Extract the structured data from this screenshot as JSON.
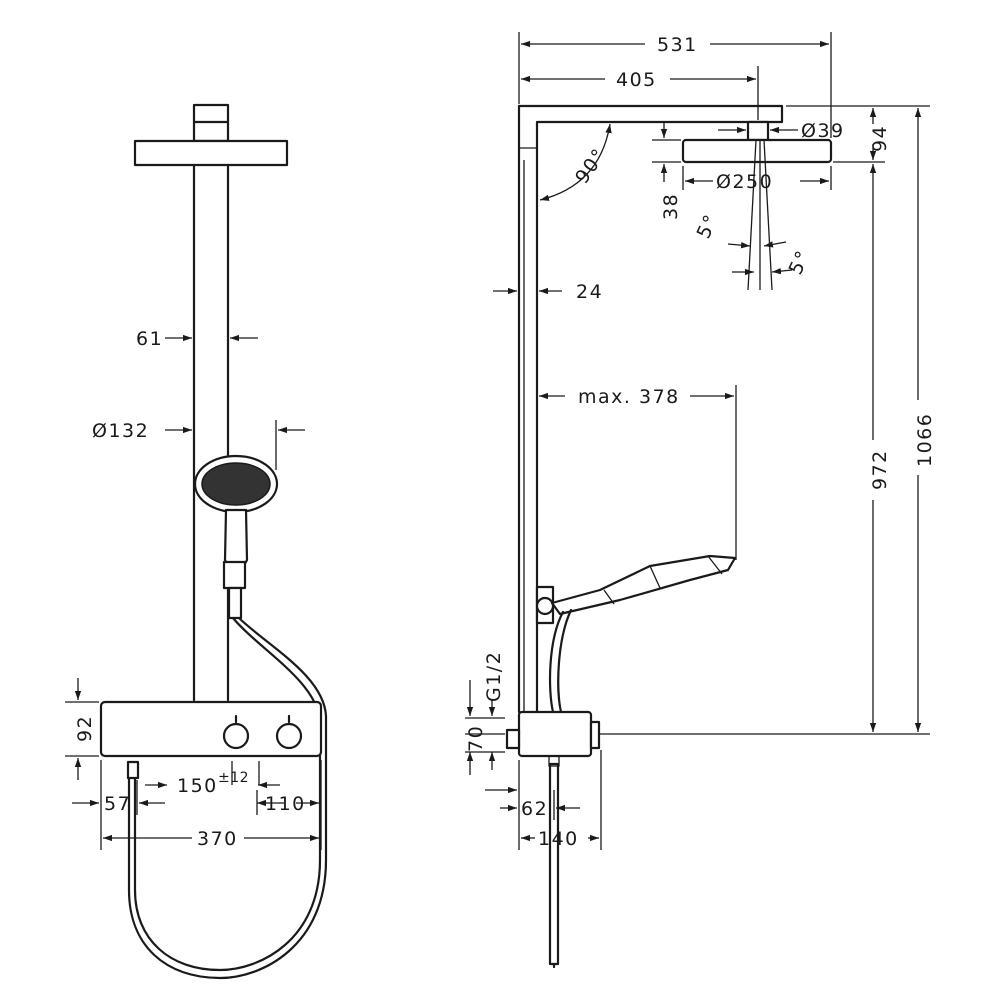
{
  "front_view": {
    "width_pipe": "61",
    "handshower_dia": "Ø132",
    "mixer_height": "92",
    "offset_left": "57",
    "inlet_spacing": "150",
    "inlet_tolerance": "±12",
    "offset_right": "110",
    "mixer_width": "370"
  },
  "side_view": {
    "total_depth": "531",
    "arm_length": "405",
    "connector_dia": "Ø39",
    "head_thickness": "94",
    "head_dia": "Ø250",
    "head_gap": "38",
    "arm_angle": "90°",
    "tilt_angle_1": "5°",
    "tilt_angle_2": "5°",
    "rail_width": "24",
    "max_reach": "max. 378",
    "overall_height": "1066",
    "outlet_height": "972",
    "thread": "G1/2",
    "inlet_height": "70",
    "mixer_depth_inner": "62",
    "mixer_depth": "140"
  }
}
